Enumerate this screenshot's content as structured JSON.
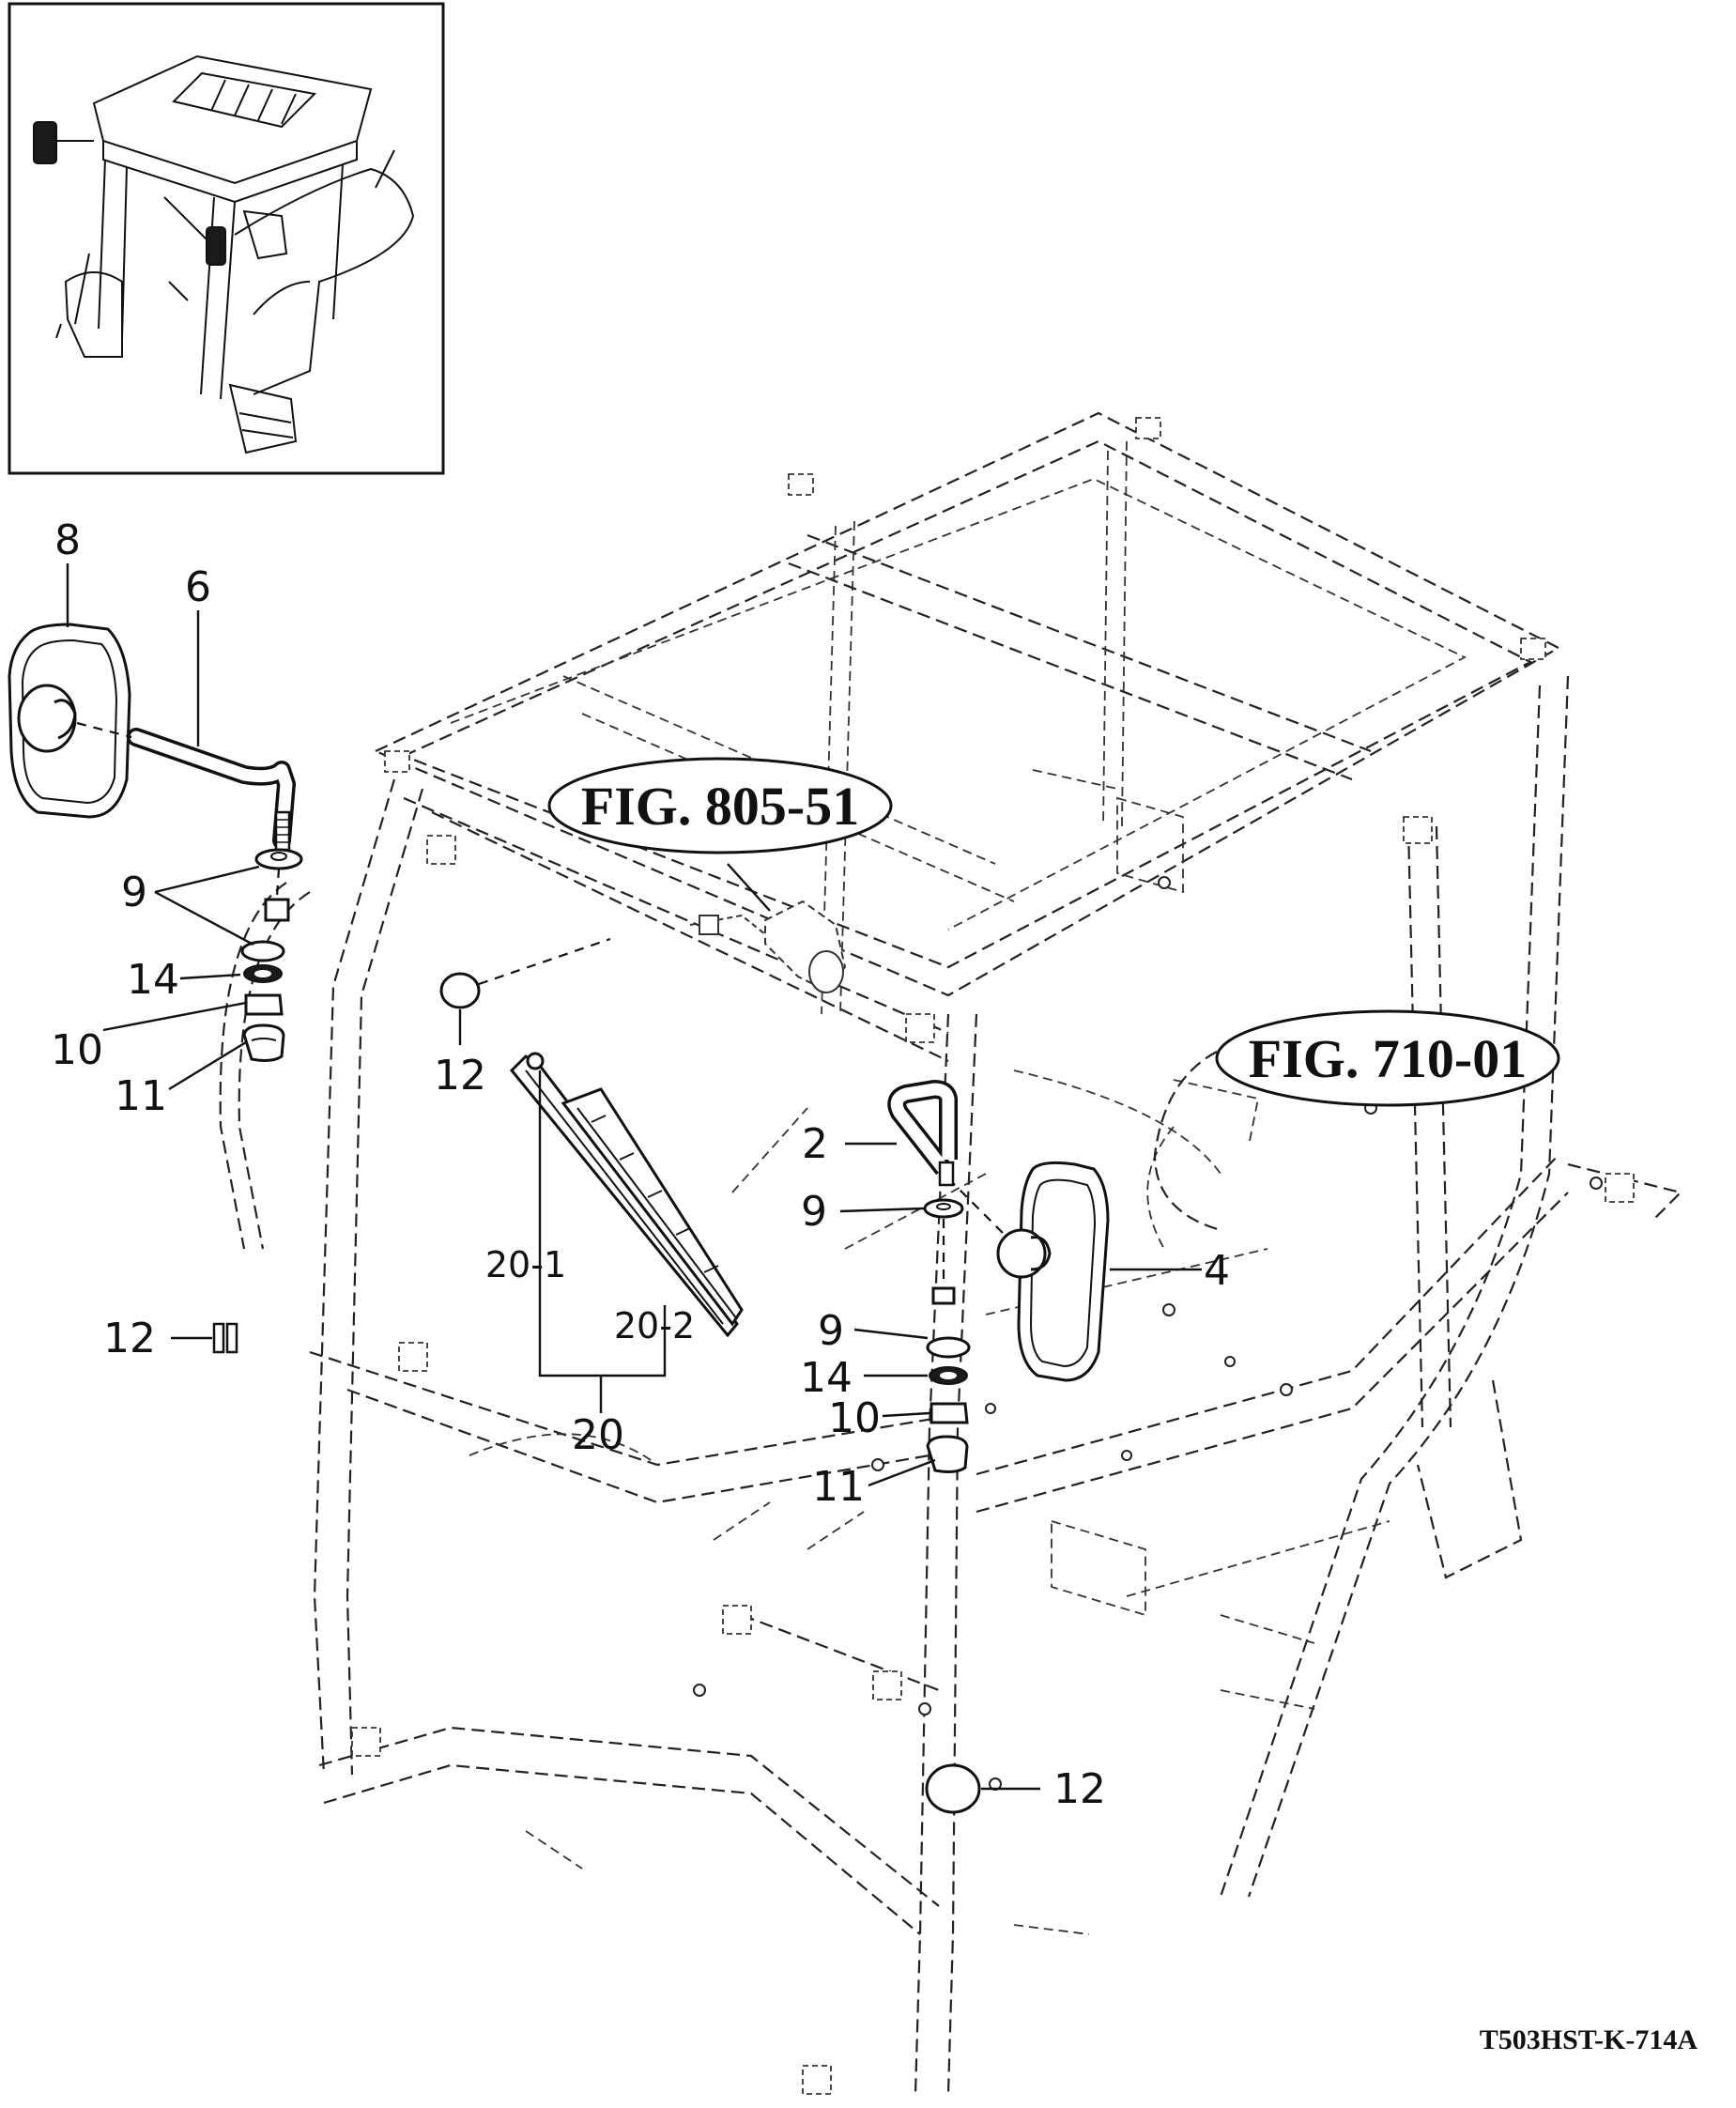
{
  "figure_references": [
    {
      "id": "ref-a",
      "label": "FIG. 805-51"
    },
    {
      "id": "ref-b",
      "label": "FIG. 710-01"
    }
  ],
  "callouts": [
    {
      "id": "c8",
      "label": "8"
    },
    {
      "id": "c6",
      "label": "6"
    },
    {
      "id": "c9a",
      "label": "9"
    },
    {
      "id": "c14a",
      "label": "14"
    },
    {
      "id": "c10a",
      "label": "10"
    },
    {
      "id": "c11a",
      "label": "11"
    },
    {
      "id": "c12a",
      "label": "12"
    },
    {
      "id": "c12b",
      "label": "12"
    },
    {
      "id": "c12c",
      "label": "12"
    },
    {
      "id": "c2",
      "label": "2"
    },
    {
      "id": "c9b",
      "label": "9"
    },
    {
      "id": "c4",
      "label": "4"
    },
    {
      "id": "c9c",
      "label": "9"
    },
    {
      "id": "c14b",
      "label": "14"
    },
    {
      "id": "c10b",
      "label": "10"
    },
    {
      "id": "c11b",
      "label": "11"
    },
    {
      "id": "c20-1",
      "label": "20-1"
    },
    {
      "id": "c20-2",
      "label": "20-2"
    },
    {
      "id": "c20",
      "label": "20"
    }
  ],
  "drawing_code": "T503HST-K-714A",
  "colors": {
    "ink": "#111111",
    "paper": "#ffffff"
  }
}
